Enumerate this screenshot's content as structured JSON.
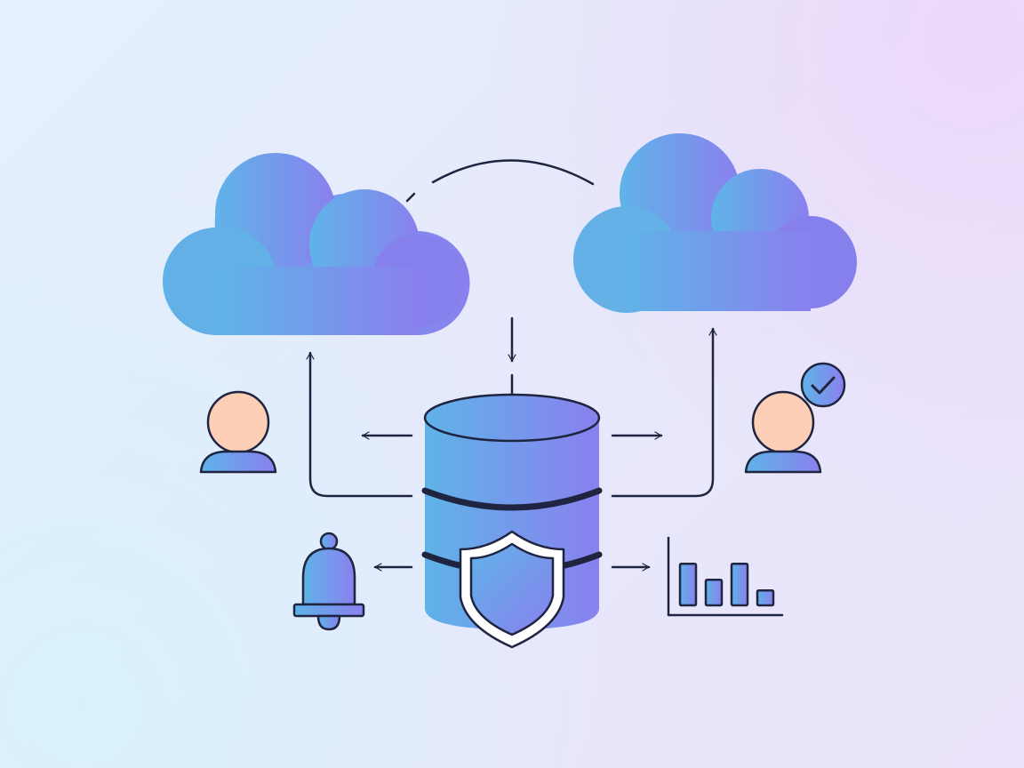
{
  "diagram": {
    "nodes": [
      {
        "id": "cloud-left",
        "kind": "cloud"
      },
      {
        "id": "cloud-right",
        "kind": "cloud"
      },
      {
        "id": "database",
        "kind": "database"
      },
      {
        "id": "security-shield",
        "kind": "shield"
      },
      {
        "id": "user-left",
        "kind": "user"
      },
      {
        "id": "user-right",
        "kind": "user",
        "badge": "check"
      },
      {
        "id": "notification-bell",
        "kind": "bell"
      },
      {
        "id": "analytics-chart",
        "kind": "bar-chart"
      }
    ],
    "edges": [
      {
        "from": "cloud-left",
        "to": "cloud-right",
        "style": "dashed-arc"
      },
      {
        "from": "database-top",
        "to": "database",
        "direction": "down"
      },
      {
        "from": "database",
        "to": "cloud-left",
        "direction": "up"
      },
      {
        "from": "database",
        "to": "cloud-right",
        "direction": "up"
      },
      {
        "from": "database",
        "to": "user-left",
        "direction": "left"
      },
      {
        "from": "database",
        "to": "user-right",
        "direction": "right"
      },
      {
        "from": "database",
        "to": "notification-bell",
        "direction": "left"
      },
      {
        "from": "database",
        "to": "analytics-chart",
        "direction": "right"
      }
    ],
    "analytics_bars": [
      0.78,
      0.48,
      0.78,
      0.28
    ],
    "colors": {
      "gradient_start": "#5fb3e8",
      "gradient_end": "#8a80ee",
      "stroke": "#1f2540",
      "skin": "#fccfb6",
      "background_start": "#e4f1fd",
      "background_end": "#ebe3fb"
    }
  }
}
